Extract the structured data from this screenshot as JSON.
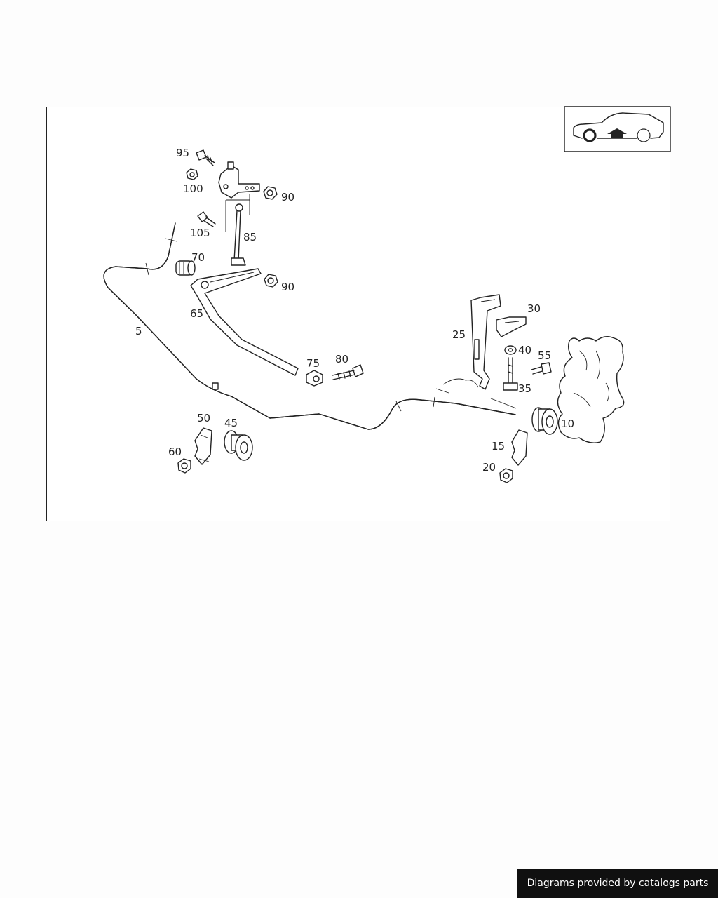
{
  "callouts": {
    "c5": "5",
    "c10": "10",
    "c15": "15",
    "c20": "20",
    "c25": "25",
    "c30": "30",
    "c35": "35",
    "c40": "40",
    "c45": "45",
    "c50": "50",
    "c55": "55",
    "c60": "60",
    "c65": "65",
    "c70": "70",
    "c75": "75",
    "c80": "80",
    "c85": "85",
    "c90a": "90",
    "c90b": "90",
    "c95": "95",
    "c100": "100",
    "c105": "105"
  },
  "locator_icon": "car-rear-axle-locator-icon",
  "footer": {
    "text": "Diagrams provided by catalogs parts"
  }
}
